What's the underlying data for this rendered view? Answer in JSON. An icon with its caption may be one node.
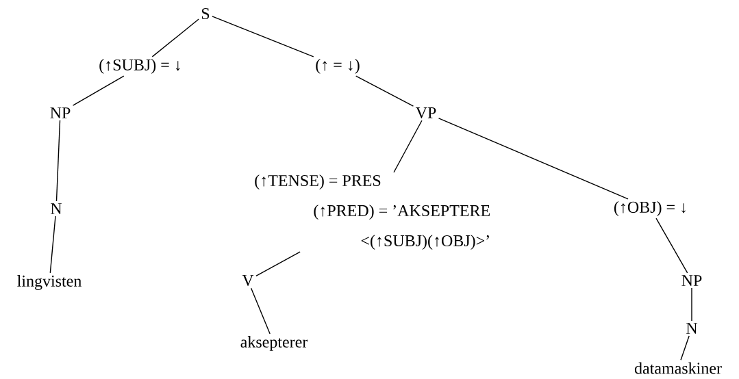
{
  "diagram": {
    "nodes": [
      {
        "text": [
          "S"
        ]
      },
      {
        "text": [
          "(↑SUBJ) = ↓"
        ]
      },
      {
        "text": [
          "(↑ = ↓)"
        ]
      },
      {
        "text": [
          "NP"
        ]
      },
      {
        "text": [
          "VP"
        ]
      },
      {
        "text": [
          "N"
        ]
      },
      {
        "text": [
          "lingvisten"
        ]
      },
      {
        "text": [
          "(↑TENSE) = PRES",
          "(↑PRED) = ’AKSEPTERE <(↑SUBJ)(↑OBJ)>’"
        ]
      },
      {
        "text": [
          "(↑OBJ) = ↓"
        ]
      },
      {
        "text": [
          "V"
        ]
      },
      {
        "text": [
          "aksepterer"
        ]
      },
      {
        "text": [
          "NP"
        ]
      },
      {
        "text": [
          "N"
        ]
      },
      {
        "text": [
          "datamaskiner"
        ]
      }
    ],
    "edges": [
      {
        "from": 0,
        "to": 1,
        "arrow": "none"
      },
      {
        "from": 0,
        "to": 2,
        "arrow": "none"
      },
      {
        "from": 1,
        "to": 3,
        "arrow": "none"
      },
      {
        "from": 2,
        "to": 4,
        "arrow": "none"
      },
      {
        "from": 3,
        "to": 5,
        "arrow": "none"
      },
      {
        "from": 5,
        "to": 6,
        "arrow": "none"
      },
      {
        "from": 4,
        "to": 7,
        "arrow": "none"
      },
      {
        "from": 4,
        "to": 8,
        "arrow": "none"
      },
      {
        "from": 7,
        "to": 9,
        "arrow": "none"
      },
      {
        "from": 9,
        "to": 10,
        "arrow": "none"
      },
      {
        "from": 8,
        "to": 11,
        "arrow": "none"
      },
      {
        "from": 11,
        "to": 12,
        "arrow": "none"
      },
      {
        "from": 12,
        "to": 13,
        "arrow": "none"
      }
    ]
  }
}
